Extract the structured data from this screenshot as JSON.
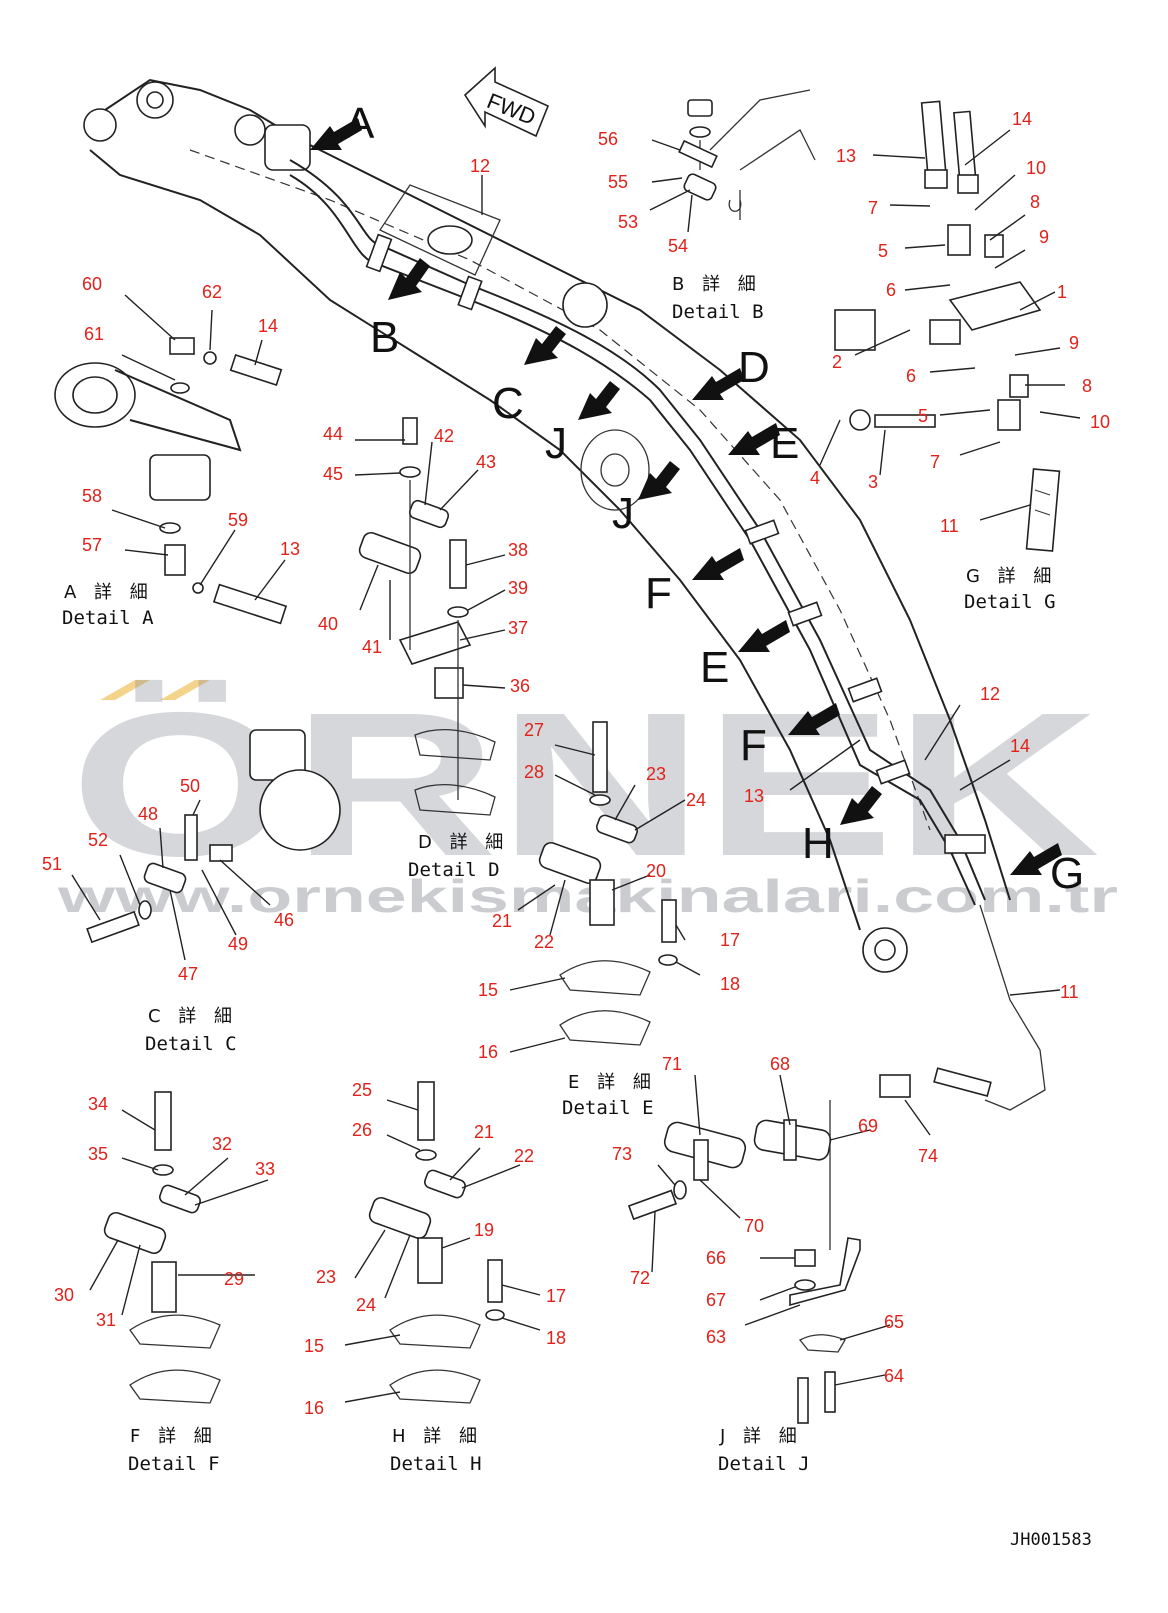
{
  "drawing": {
    "code": "JH001583",
    "fwd_label": "FWD"
  },
  "watermark": {
    "brand": "ÖRNEK",
    "url": "www.ornekismakinalari.com.tr"
  },
  "view_letters": [
    "A",
    "B",
    "C",
    "D",
    "E",
    "J",
    "J",
    "F",
    "E",
    "F",
    "H",
    "G"
  ],
  "details": [
    {
      "id": "A",
      "jp": "A 詳 細",
      "label": "Detail A"
    },
    {
      "id": "B",
      "jp": "B 詳 細",
      "label": "Detail B"
    },
    {
      "id": "C",
      "jp": "C 詳 細",
      "label": "Detail C"
    },
    {
      "id": "D",
      "jp": "D 詳 細",
      "label": "Detail D"
    },
    {
      "id": "E",
      "jp": "E 詳 細",
      "label": "Detail E"
    },
    {
      "id": "F",
      "jp": "F 詳 細",
      "label": "Detail F"
    },
    {
      "id": "G",
      "jp": "G 詳 細",
      "label": "Detail G"
    },
    {
      "id": "H",
      "jp": "H 詳 細",
      "label": "Detail H"
    },
    {
      "id": "J",
      "jp": "J 詳 細",
      "label": "Detail J"
    }
  ],
  "callouts": [
    "12",
    "56",
    "55",
    "53",
    "54",
    "13",
    "14",
    "10",
    "7",
    "8",
    "5",
    "9",
    "6",
    "1",
    "2",
    "9",
    "6",
    "8",
    "5",
    "10",
    "4",
    "3",
    "7",
    "11",
    "60",
    "62",
    "14",
    "61",
    "58",
    "59",
    "57",
    "13",
    "44",
    "42",
    "43",
    "45",
    "38",
    "39",
    "40",
    "41",
    "37",
    "36",
    "27",
    "28",
    "23",
    "24",
    "20",
    "21",
    "22",
    "17",
    "18",
    "15",
    "16",
    "50",
    "48",
    "52",
    "51",
    "49",
    "46",
    "47",
    "12",
    "14",
    "13",
    "11",
    "34",
    "35",
    "32",
    "33",
    "29",
    "30",
    "31",
    "25",
    "26",
    "21",
    "22",
    "19",
    "23",
    "24",
    "17",
    "18",
    "15",
    "16",
    "71",
    "68",
    "69",
    "73",
    "70",
    "72",
    "66",
    "67",
    "63",
    "65",
    "64",
    "74"
  ]
}
